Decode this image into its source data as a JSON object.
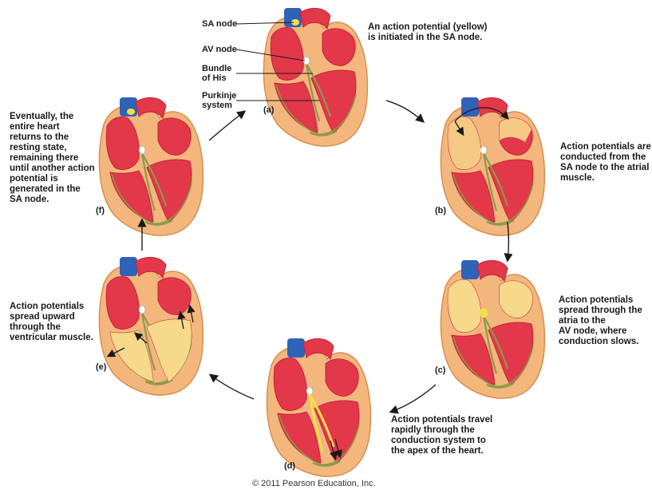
{
  "structure_labels": {
    "sa_node": "SA node",
    "av_node": "AV node",
    "bundle_of_his": "Bundle\nof His",
    "purkinje": "Purkinje\nsystem"
  },
  "panels": {
    "a": {
      "label": "(a)",
      "caption": "An action potential (yellow)\nis initiated in the SA node."
    },
    "b": {
      "label": "(b)",
      "caption": "Action potentials are\nconducted from the\nSA node to the atrial\nmuscle."
    },
    "c": {
      "label": "(c)",
      "caption": "Action potentials\nspread through the\natria to the\nAV node, where\nconduction slows."
    },
    "d": {
      "label": "(d)",
      "caption": "Action potentials travel\nrapidly through the\nconduction system to\nthe apex of the heart."
    },
    "e": {
      "label": "(e)",
      "caption": "Action potentials\nspread upward\nthrough the\nventricular muscle."
    },
    "f": {
      "label": "(f)",
      "caption": "Eventually, the\nentire heart\nreturns to the\nresting state,\nremaining there\nuntil another action\npotential is\ngenerated in the\nSA node."
    }
  },
  "copyright": "© 2011 Pearson Education, Inc.",
  "colors": {
    "muscle_red": "#e2384a",
    "muscle_dark": "#c42236",
    "outer_wall": "#f3b77e",
    "outer_edge": "#d98d4e",
    "conduction_green": "#8a9a4a",
    "excited_yellow": "#f6d98a",
    "node_yellow": "#f2e04a",
    "vessel_blue": "#2f63b8"
  }
}
